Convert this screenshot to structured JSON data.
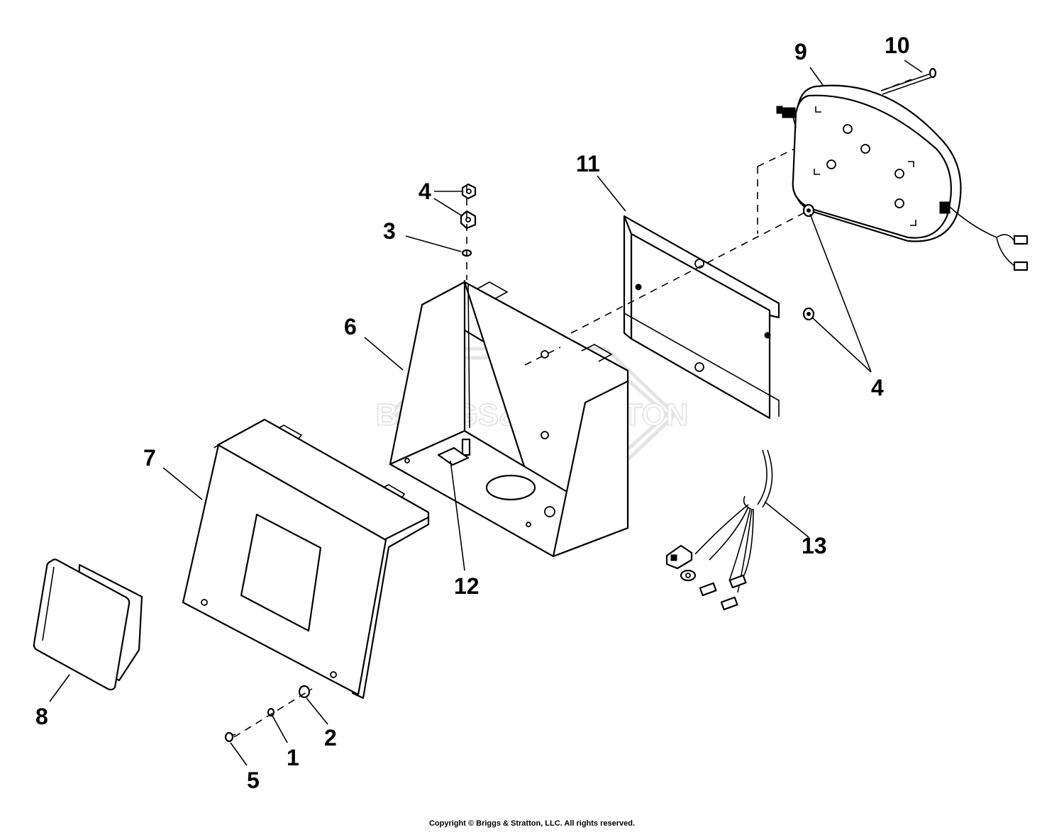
{
  "watermark": {
    "text": "BRIGGS&STRATTON",
    "mark": "®"
  },
  "callouts": {
    "c1": "1",
    "c2": "2",
    "c3": "3",
    "c4a": "4",
    "c4b": "4",
    "c5": "5",
    "c6": "6",
    "c7": "7",
    "c8": "8",
    "c9": "9",
    "c10": "10",
    "c11": "11",
    "c12": "12",
    "c13": "13"
  },
  "footer": {
    "copyright": "Copyright © Briggs & Stratton, LLC. All rights reserved."
  }
}
